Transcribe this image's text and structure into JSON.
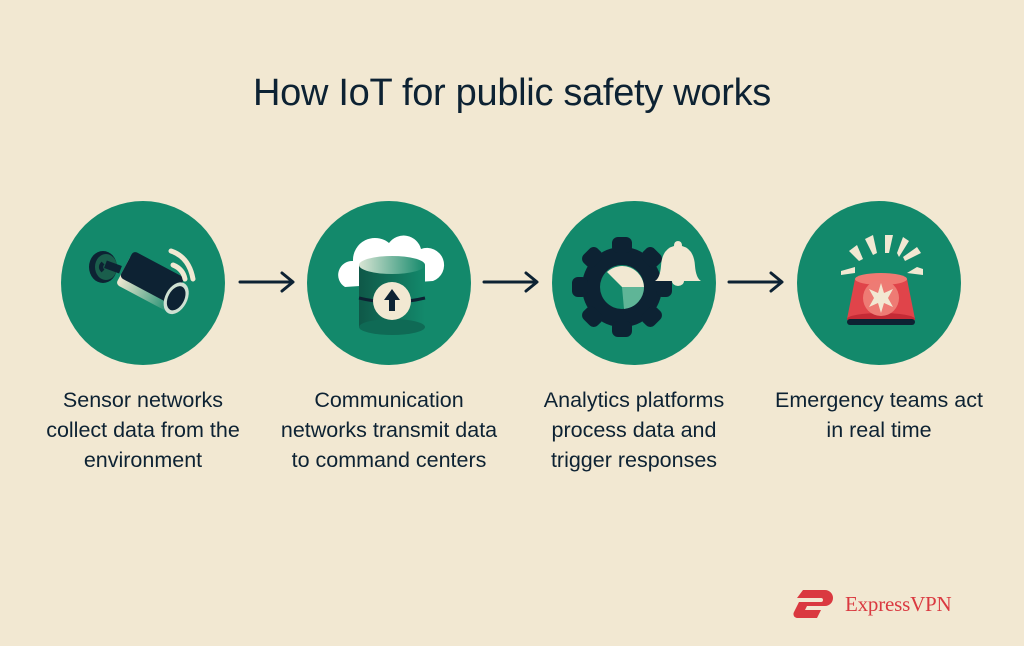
{
  "title": "How IoT for public safety works",
  "colors": {
    "background": "#f2e8d2",
    "circle": "#13896b",
    "dark": "#0d2233",
    "cream": "#f2e8d2",
    "brand_red": "#da3940"
  },
  "steps": [
    {
      "icon": "security-camera-icon",
      "label": "Sensor networks collect data from the environment"
    },
    {
      "icon": "cloud-upload-database-icon",
      "label": "Communication networks transmit data to command centers"
    },
    {
      "icon": "gear-analytics-bell-icon",
      "label": "Analytics platforms process data and trigger responses"
    },
    {
      "icon": "emergency-siren-icon",
      "label": "Emergency teams act in real time"
    }
  ],
  "arrows": [
    "right-arrow",
    "right-arrow",
    "right-arrow"
  ],
  "logo": {
    "text": "ExpressVPN"
  }
}
